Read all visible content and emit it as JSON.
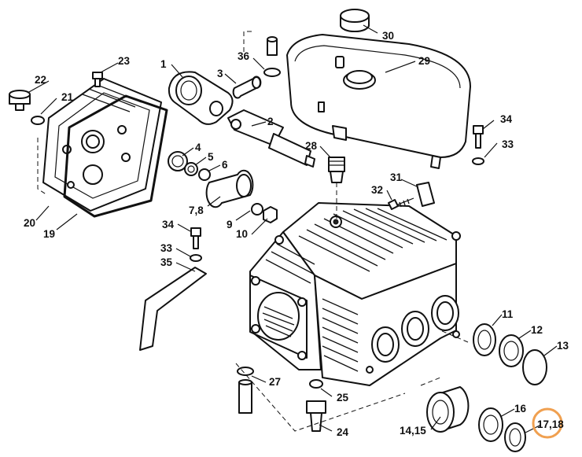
{
  "diagram": {
    "callouts": [
      {
        "id": "c1",
        "text": "1"
      },
      {
        "id": "c2",
        "text": "2"
      },
      {
        "id": "c3",
        "text": "3"
      },
      {
        "id": "c4",
        "text": "4"
      },
      {
        "id": "c5",
        "text": "5"
      },
      {
        "id": "c6",
        "text": "6"
      },
      {
        "id": "c78",
        "text": "7,8"
      },
      {
        "id": "c9",
        "text": "9"
      },
      {
        "id": "c10",
        "text": "10"
      },
      {
        "id": "c11",
        "text": "11"
      },
      {
        "id": "c12",
        "text": "12"
      },
      {
        "id": "c13",
        "text": "13"
      },
      {
        "id": "c1415",
        "text": "14,15"
      },
      {
        "id": "c16",
        "text": "16"
      },
      {
        "id": "c1718",
        "text": "17,18"
      },
      {
        "id": "c19",
        "text": "19"
      },
      {
        "id": "c20",
        "text": "20"
      },
      {
        "id": "c21",
        "text": "21"
      },
      {
        "id": "c22",
        "text": "22"
      },
      {
        "id": "c23",
        "text": "23"
      },
      {
        "id": "c24",
        "text": "24"
      },
      {
        "id": "c25",
        "text": "25"
      },
      {
        "id": "c27",
        "text": "27"
      },
      {
        "id": "c28",
        "text": "28"
      },
      {
        "id": "c29",
        "text": "29"
      },
      {
        "id": "c30",
        "text": "30"
      },
      {
        "id": "c31",
        "text": "31"
      },
      {
        "id": "c32",
        "text": "32"
      },
      {
        "id": "c33a",
        "text": "33"
      },
      {
        "id": "c33b",
        "text": "33"
      },
      {
        "id": "c34a",
        "text": "34"
      },
      {
        "id": "c34b",
        "text": "34"
      },
      {
        "id": "c35",
        "text": "35"
      },
      {
        "id": "c36",
        "text": "36"
      }
    ],
    "highlight": {
      "callout": "17,18",
      "color": "#f0a050"
    }
  }
}
